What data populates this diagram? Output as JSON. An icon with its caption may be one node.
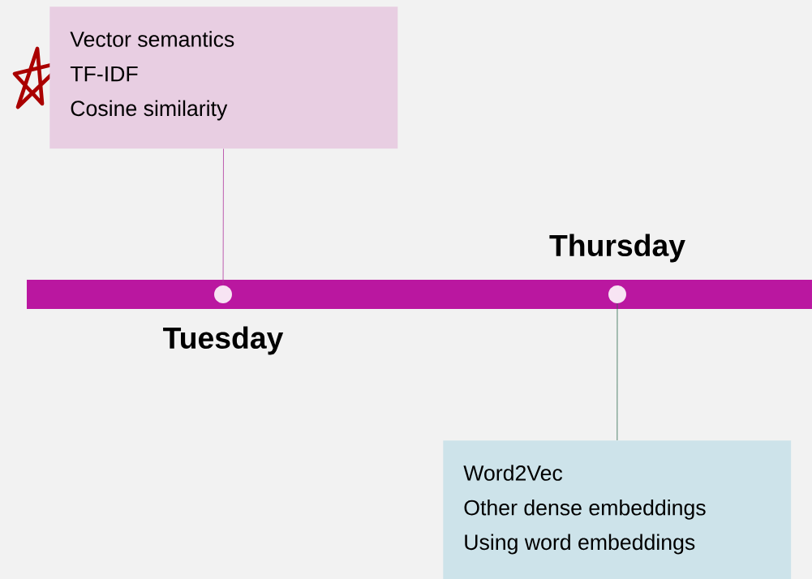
{
  "diagram": {
    "nodes": [
      {
        "text": [
          "Vector semantics",
          "TF-IDF",
          "Cosine similarity"
        ]
      },
      {
        "text": [],
        "shape": "circle"
      },
      {
        "text": [],
        "shape": "circle"
      },
      {
        "text": [
          "Word2Vec",
          "Other dense embeddings",
          "Using word embeddings"
        ]
      }
    ],
    "edges": [
      {
        "from": 0,
        "to": 1,
        "arrow": "none",
        "color": "#b0379e"
      },
      {
        "from": 2,
        "to": 3,
        "arrow": "none",
        "color": "#2f6b4f"
      }
    ],
    "labels": [
      "Thursday",
      "Tuesday"
    ]
  }
}
